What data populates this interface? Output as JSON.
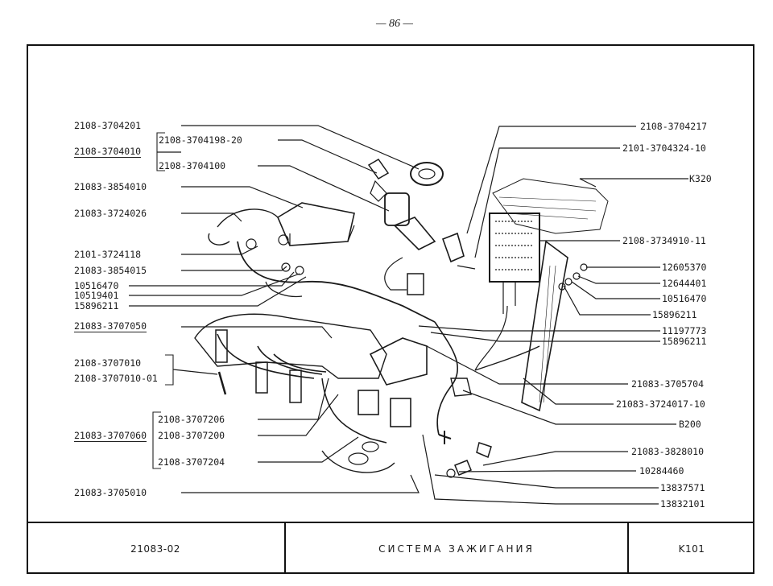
{
  "page_number": "— 86 —",
  "labels_left": [
    {
      "id": "l1",
      "text": "2108-3704201"
    },
    {
      "id": "l2",
      "text": "2108-3704198-20"
    },
    {
      "id": "l3",
      "text": "2108-3704010"
    },
    {
      "id": "l4",
      "text": "2108-3704100"
    },
    {
      "id": "l5",
      "text": "21083-3854010"
    },
    {
      "id": "l6",
      "text": "21083-3724026"
    },
    {
      "id": "l7",
      "text": "2101-3724118"
    },
    {
      "id": "l8",
      "text": "21083-3854015"
    },
    {
      "id": "l9",
      "text": "10516470"
    },
    {
      "id": "l10",
      "text": "10519401"
    },
    {
      "id": "l11",
      "text": "15896211"
    },
    {
      "id": "l12",
      "text": "21083-3707050"
    },
    {
      "id": "l13",
      "text": "2108-3707010"
    },
    {
      "id": "l14",
      "text": "2108-3707010-01"
    },
    {
      "id": "l15",
      "text": "2108-3707206"
    },
    {
      "id": "l16",
      "text": "21083-3707060"
    },
    {
      "id": "l17",
      "text": "2108-3707200"
    },
    {
      "id": "l18",
      "text": "2108-3707204"
    },
    {
      "id": "l19",
      "text": "21083-3705010"
    }
  ],
  "labels_right": [
    {
      "id": "r1",
      "text": "2108-3704217"
    },
    {
      "id": "r2",
      "text": "2101-3704324-10"
    },
    {
      "id": "r3",
      "text": "K320"
    },
    {
      "id": "r4",
      "text": "2108-3734910-11"
    },
    {
      "id": "r5",
      "text": "12605370"
    },
    {
      "id": "r6",
      "text": "12644401"
    },
    {
      "id": "r7",
      "text": "10516470"
    },
    {
      "id": "r8",
      "text": "15896211"
    },
    {
      "id": "r9",
      "text": "11197773"
    },
    {
      "id": "r10",
      "text": "15896211"
    },
    {
      "id": "r11",
      "text": "21083-3705704"
    },
    {
      "id": "r12",
      "text": "21083-3724017-10"
    },
    {
      "id": "r13",
      "text": "B200"
    },
    {
      "id": "r14",
      "text": "21083-3828010"
    },
    {
      "id": "r15",
      "text": "10284460"
    },
    {
      "id": "r16",
      "text": "13837571"
    },
    {
      "id": "r17",
      "text": "13832101"
    }
  ],
  "footer": {
    "model": "21083-02",
    "title": "СИСТЕМА ЗАЖИГАНИЯ",
    "code": "K101"
  },
  "colors": {
    "ink": "#1a1a1a",
    "paper": "#ffffff"
  }
}
